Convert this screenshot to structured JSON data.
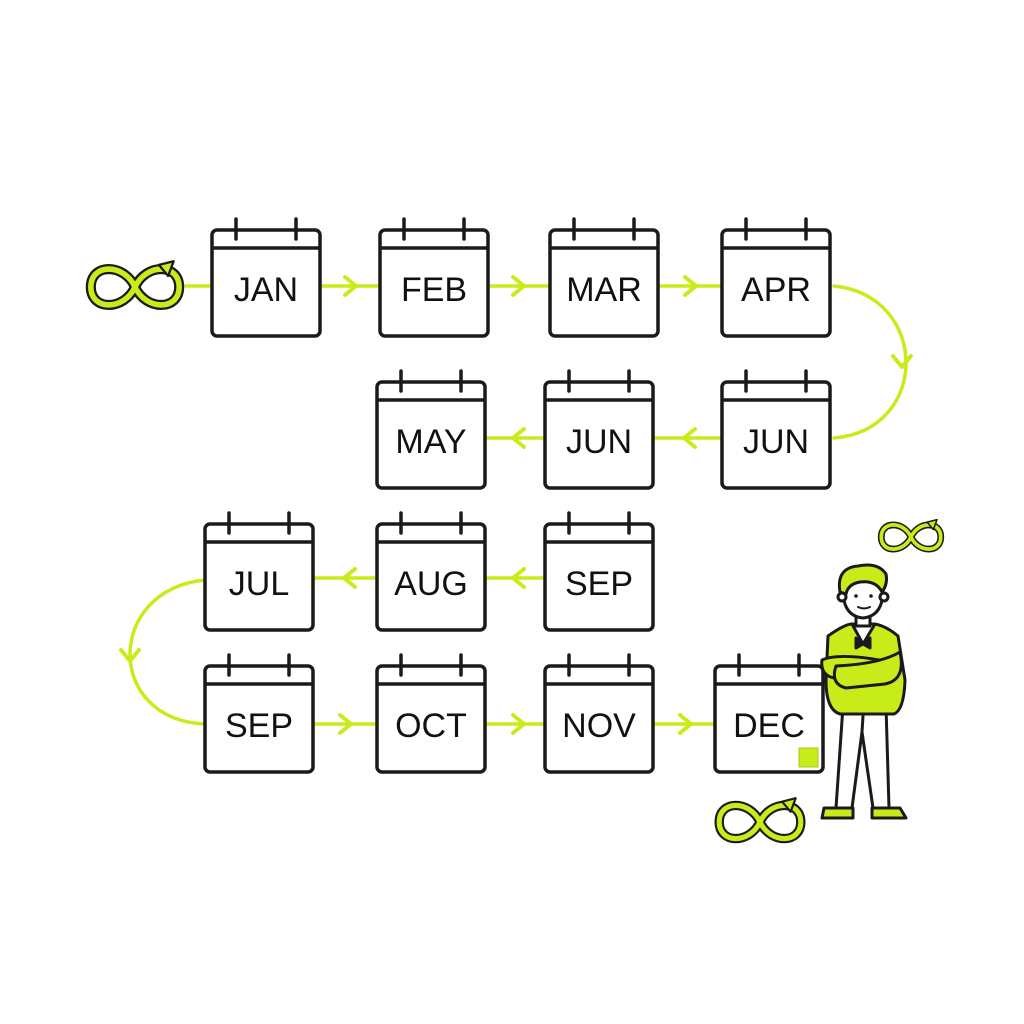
{
  "colors": {
    "accent": "#c8ec1a",
    "accent_stroke": "#b7e21a",
    "ink": "#1a1a1a",
    "background": "#ffffff"
  },
  "icons": {
    "start": "infinity-loop-icon",
    "person_side": "infinity-loop-icon",
    "end": "infinity-loop-icon",
    "person": "business-person-figure"
  },
  "months": [
    {
      "id": "jan",
      "label": "JAN"
    },
    {
      "id": "feb",
      "label": "FEB"
    },
    {
      "id": "mar",
      "label": "MAR"
    },
    {
      "id": "apr",
      "label": "APR"
    },
    {
      "id": "jun-right",
      "label": "JUN"
    },
    {
      "id": "jun-mid",
      "label": "JUN"
    },
    {
      "id": "may",
      "label": "MAY"
    },
    {
      "id": "sep-right",
      "label": "SEP"
    },
    {
      "id": "aug",
      "label": "AUG"
    },
    {
      "id": "jul",
      "label": "JUL"
    },
    {
      "id": "sep-left",
      "label": "SEP"
    },
    {
      "id": "oct",
      "label": "OCT"
    },
    {
      "id": "nov",
      "label": "NOV"
    },
    {
      "id": "dec",
      "label": "DEC"
    }
  ]
}
